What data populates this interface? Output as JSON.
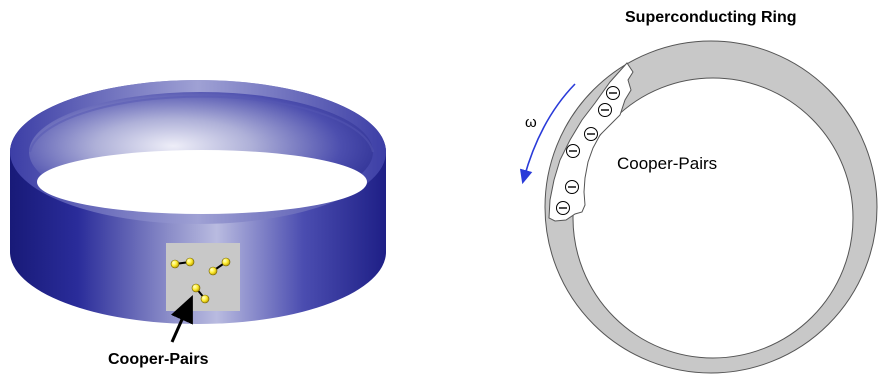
{
  "left_figure": {
    "pointer_label": "Cooper-Pairs"
  },
  "right_figure": {
    "title": "Superconducting Ring",
    "omega_symbol": "ω",
    "inner_label": "Cooper-Pairs",
    "electron_symbol": "⊖"
  },
  "colors": {
    "ring_dark": "#1e1f86",
    "ring_light": "#c9cbe9",
    "cutaway_panel": "#c8c8c8",
    "cooper_electron": "#ffee33",
    "ring_gray": "#c8c8c8",
    "rotation_arrow": "#2a3bd9"
  }
}
